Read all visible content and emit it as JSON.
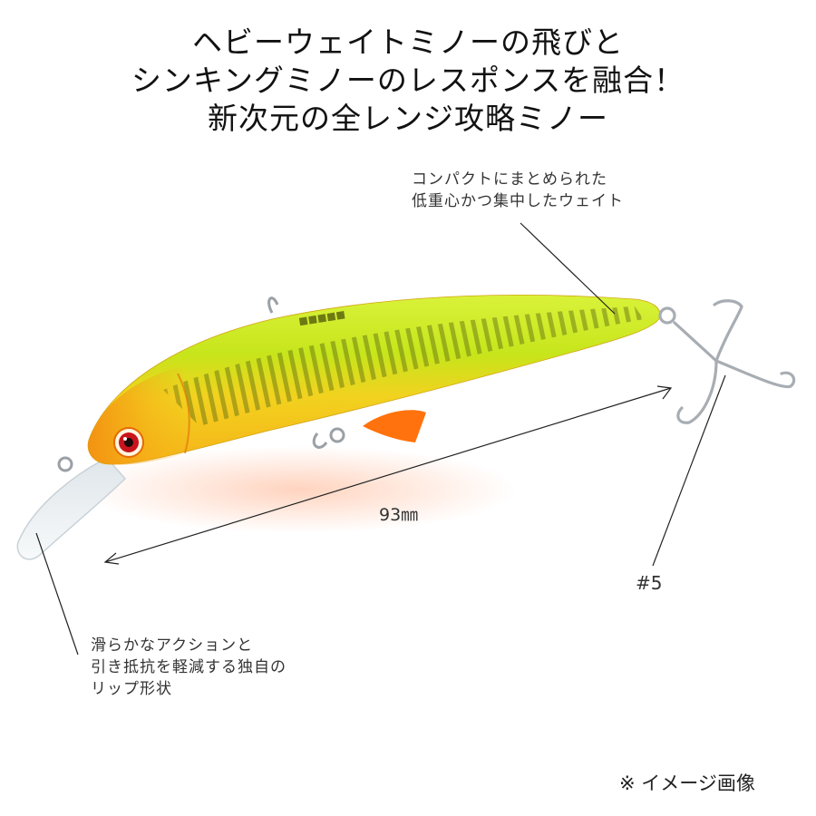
{
  "headline": {
    "line1": "ヘビーウェイトミノーの飛びと",
    "line2": "シンキングミノーのレスポンスを融合！",
    "line3": "新次元の全レンジ攻略ミノー"
  },
  "callouts": {
    "weight": {
      "line1": "コンパクトにまとめられた",
      "line2": "低重心かつ集中したウェイト"
    },
    "lip": {
      "line1": "滑らかなアクションと",
      "line2": "引き抵抗を軽減する独自の",
      "line3": "リップ形状"
    }
  },
  "length_label": "93㎜",
  "color_code": "#5",
  "image_note": "※ イメージ画像",
  "colors": {
    "body_top": "#c8e81a",
    "body_belly": "#f3c21a",
    "head": "#f59a12",
    "fin": "#ff6a00",
    "lip": "#e8eef2",
    "line": "#222222"
  },
  "icons": {
    "lure": "fishing-lure-illustration",
    "treble_hook": "treble-hook-icon",
    "eye": "lure-eye-icon"
  }
}
